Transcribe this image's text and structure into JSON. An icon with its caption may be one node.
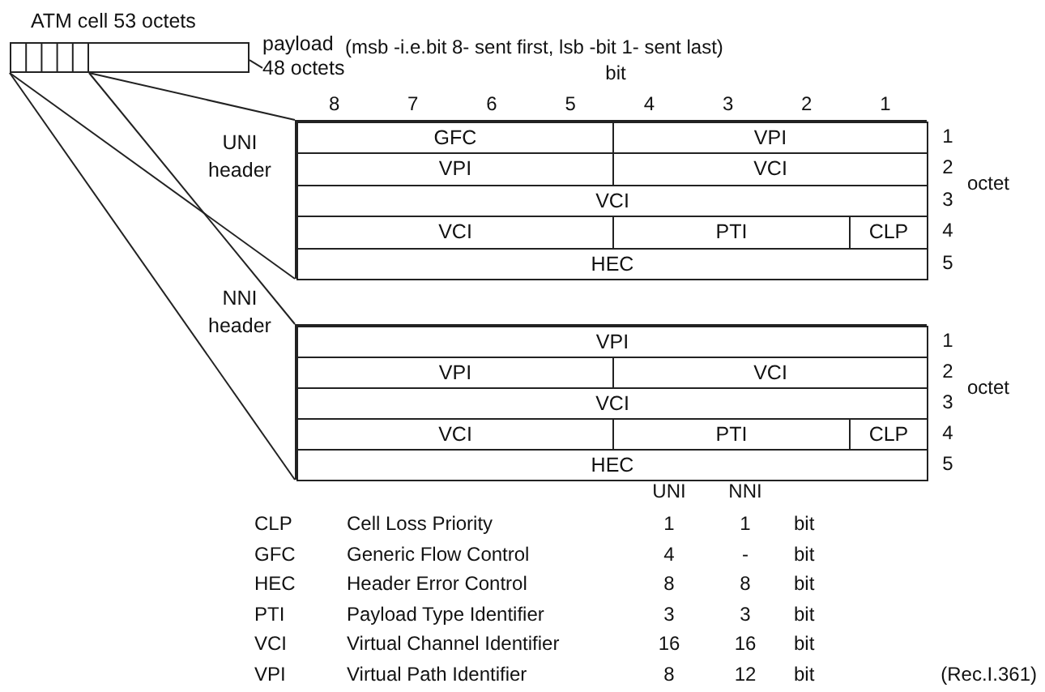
{
  "diagram": {
    "nodes": [
      {
        "text": [
          "ATM cell 53 octets"
        ]
      },
      {
        "text": [
          "payload 48 octets"
        ]
      },
      {
        "text": [],
        "shape": "box",
        "in": 0
      },
      {
        "text": [],
        "shape": "box"
      },
      {
        "text": [
          "GFC"
        ],
        "in": 3
      },
      {
        "text": [
          "VPI"
        ],
        "in": 3
      },
      {
        "text": [
          "VPI"
        ],
        "in": 3
      },
      {
        "text": [
          "VCI"
        ],
        "in": 3
      },
      {
        "text": [
          "VCI"
        ],
        "in": 3
      },
      {
        "text": [
          "VCI"
        ],
        "in": 3
      },
      {
        "text": [
          "PTI"
        ],
        "in": 3
      },
      {
        "text": [
          "CLP"
        ],
        "in": 3
      },
      {
        "text": [
          "HEC"
        ],
        "in": 3
      },
      {
        "text": [],
        "shape": "box"
      },
      {
        "text": [
          "VPI"
        ],
        "in": 13
      },
      {
        "text": [
          "VPI"
        ],
        "in": 13
      },
      {
        "text": [
          "VCI"
        ],
        "in": 13
      },
      {
        "text": [
          "VCI"
        ],
        "in": 13
      },
      {
        "text": [
          "VCI"
        ],
        "in": 13
      },
      {
        "text": [
          "PTI"
        ],
        "in": 13
      },
      {
        "text": [
          "CLP"
        ],
        "in": 13
      },
      {
        "text": [
          "HEC"
        ],
        "in": 13
      }
    ],
    "edges": [
      {
        "from": 1,
        "to": 0,
        "arrow": "none"
      },
      {
        "from": 2,
        "to": 3,
        "arrow": "none"
      },
      {
        "from": 2,
        "to": 3,
        "arrow": "none"
      },
      {
        "from": 2,
        "to": 13,
        "arrow": "none"
      },
      {
        "from": 2,
        "to": 13,
        "arrow": "none"
      }
    ],
    "labels": [
      "(msb -i.e.bit 8- sent first, lsb -bit 1- sent last)",
      "bit",
      "8",
      "7",
      "6",
      "5",
      "4",
      "3",
      "2",
      "1",
      "UNI header",
      "1",
      "2",
      "octet",
      "3",
      "4",
      "5",
      "NNI header",
      "1",
      "2",
      "octet",
      "3",
      "4",
      "5",
      "UNI",
      "NNI",
      "CLP",
      "Cell Loss Priority",
      "1",
      "1",
      "bit",
      "GFC",
      "Generic Flow Control",
      "4",
      "-",
      "bit",
      "HEC",
      "Header Error Control",
      "8",
      "8",
      "bit",
      "PTI",
      "Payload Type Identifier",
      "3",
      "3",
      "bit",
      "VCI",
      "Virtual Channel Identifier",
      "16",
      "16",
      "bit",
      "VPI",
      "Virtual Path Identifier",
      "8",
      "12",
      "bit",
      "(Rec.I.361)"
    ]
  }
}
